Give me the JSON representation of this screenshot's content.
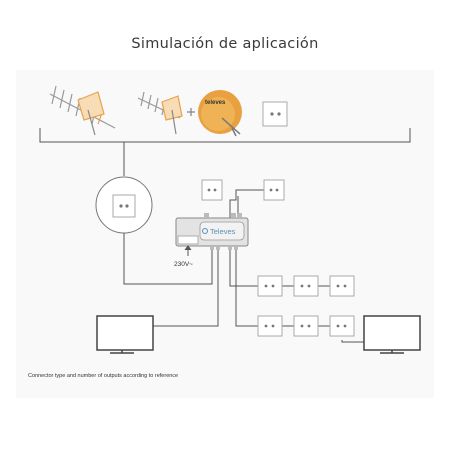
{
  "title": "Simulación de aplicación",
  "device_brand": "Televes",
  "dish_brand": "televes",
  "voltage_label": "230V~",
  "footnote": "Connector type and number of outputs according to reference",
  "colors": {
    "line": "#555555",
    "dish": "#e8a040",
    "dish_dark": "#c97f22",
    "antenna_accent": "#e9a24a",
    "device_body": "#dcdcdc",
    "device_label": "#5a8fb8",
    "background_panel": "#f9f9f9",
    "socket_border": "#aaaaaa"
  },
  "icons": [
    "yagi-antenna-icon",
    "uhf-antenna-icon",
    "plus-icon",
    "satellite-dish-icon",
    "wall-socket-icon",
    "tv-icon",
    "amplifier-device-icon"
  ]
}
